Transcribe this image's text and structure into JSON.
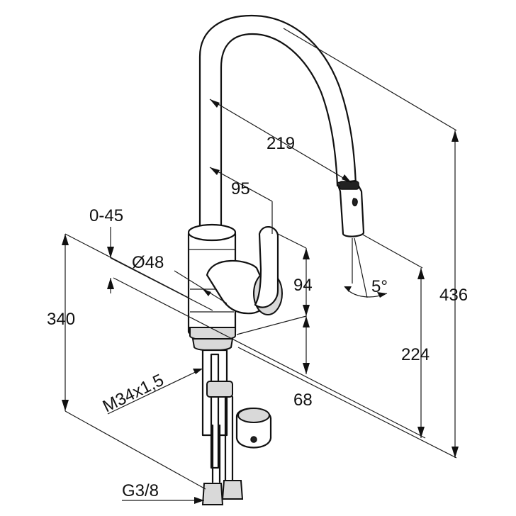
{
  "dimensions": {
    "spout_reach": "219",
    "lever_reach": "95",
    "height_adjust": "0-45",
    "body_diameter": "Ø48",
    "total_height_lower": "340",
    "lever_height": "94",
    "thread": "M34x1,5",
    "base_height": "68",
    "connection": "G3/8",
    "spray_height": "224",
    "total_height": "436",
    "swivel_angle": "5°"
  }
}
